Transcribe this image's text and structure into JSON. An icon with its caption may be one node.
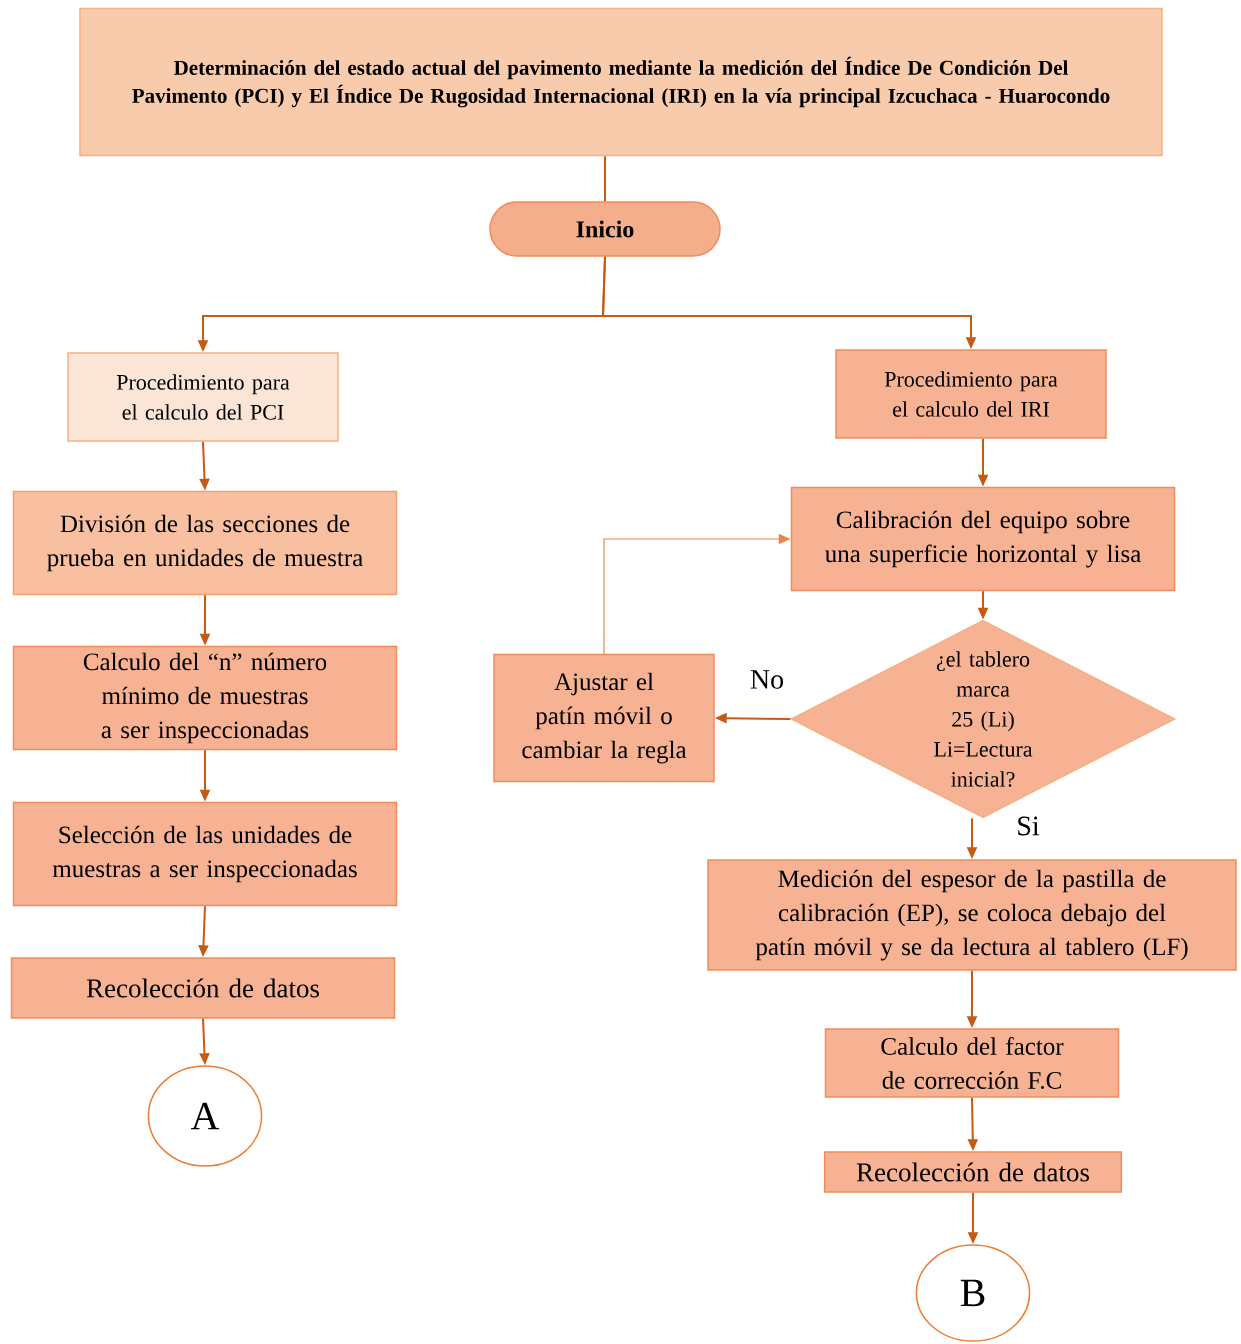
{
  "diagram": {
    "nodes": [
      {
        "text": [
          "Determinación del estado actual del pavimento mediante la medición del Índice De Condición Del Pavimento (PCI) y El Índice De Rugosidad Internacional (IRI) en la vía principal Izcuchaca - Huarocondo"
        ]
      },
      {
        "text": [
          "Inicio"
        ]
      },
      {
        "text": [
          "Procedimiento para el calculo del PCI"
        ]
      },
      {
        "text": [
          "División  de las secciones de prueba en unidades de muestra"
        ]
      },
      {
        "text": [
          "Calculo del “n” número mínimo de muestras a ser inspeccionadas"
        ]
      },
      {
        "text": [
          "Selección de las unidades de muestras a ser inspeccionadas"
        ]
      },
      {
        "text": [
          "Recolección de datos"
        ]
      },
      {
        "text": [
          "A"
        ]
      },
      {
        "text": [
          "Procedimiento para el calculo del IRI"
        ]
      },
      {
        "text": [
          "Calibración del equipo sobre una superficie horizontal y lisa"
        ]
      },
      {
        "text": [
          "¿el tablero marca 25 (Li) Li=Lectura inicial?"
        ]
      },
      {
        "text": [
          "Ajustar el patín móvil o cambiar la regla"
        ]
      },
      {
        "text": [
          "Medición del espesor de la pastilla de calibración (EP), se coloca debajo del patín móvil y se da lectura al tablero (LF)"
        ]
      },
      {
        "text": [
          "Calculo del factor de corrección F.C"
        ]
      },
      {
        "text": [
          "Recolección de datos"
        ]
      },
      {
        "text": [
          "B"
        ]
      }
    ],
    "edges": [
      {
        "from": 0,
        "to": 1,
        "arrow": "none"
      },
      {
        "from": 1,
        "to": 2,
        "arrow": "to"
      },
      {
        "from": 1,
        "to": 8,
        "arrow": "to"
      },
      {
        "from": 2,
        "to": 3,
        "arrow": "to"
      },
      {
        "from": 3,
        "to": 4,
        "arrow": "to"
      },
      {
        "from": 4,
        "to": 5,
        "arrow": "to"
      },
      {
        "from": 5,
        "to": 6,
        "arrow": "to"
      },
      {
        "from": 6,
        "to": 7,
        "arrow": "to"
      },
      {
        "from": 8,
        "to": 9,
        "arrow": "to"
      },
      {
        "from": 9,
        "to": 10,
        "arrow": "to"
      },
      {
        "from": 10,
        "to": 11,
        "arrow": "to",
        "label": "No"
      },
      {
        "from": 11,
        "to": 9,
        "arrow": "to",
        "color": "#e8864f"
      },
      {
        "from": 10,
        "to": 12,
        "arrow": "to",
        "label": "Si"
      },
      {
        "from": 12,
        "to": 13,
        "arrow": "to"
      },
      {
        "from": 13,
        "to": 14,
        "arrow": "to"
      },
      {
        "from": 14,
        "to": 15,
        "arrow": "to"
      }
    ]
  }
}
